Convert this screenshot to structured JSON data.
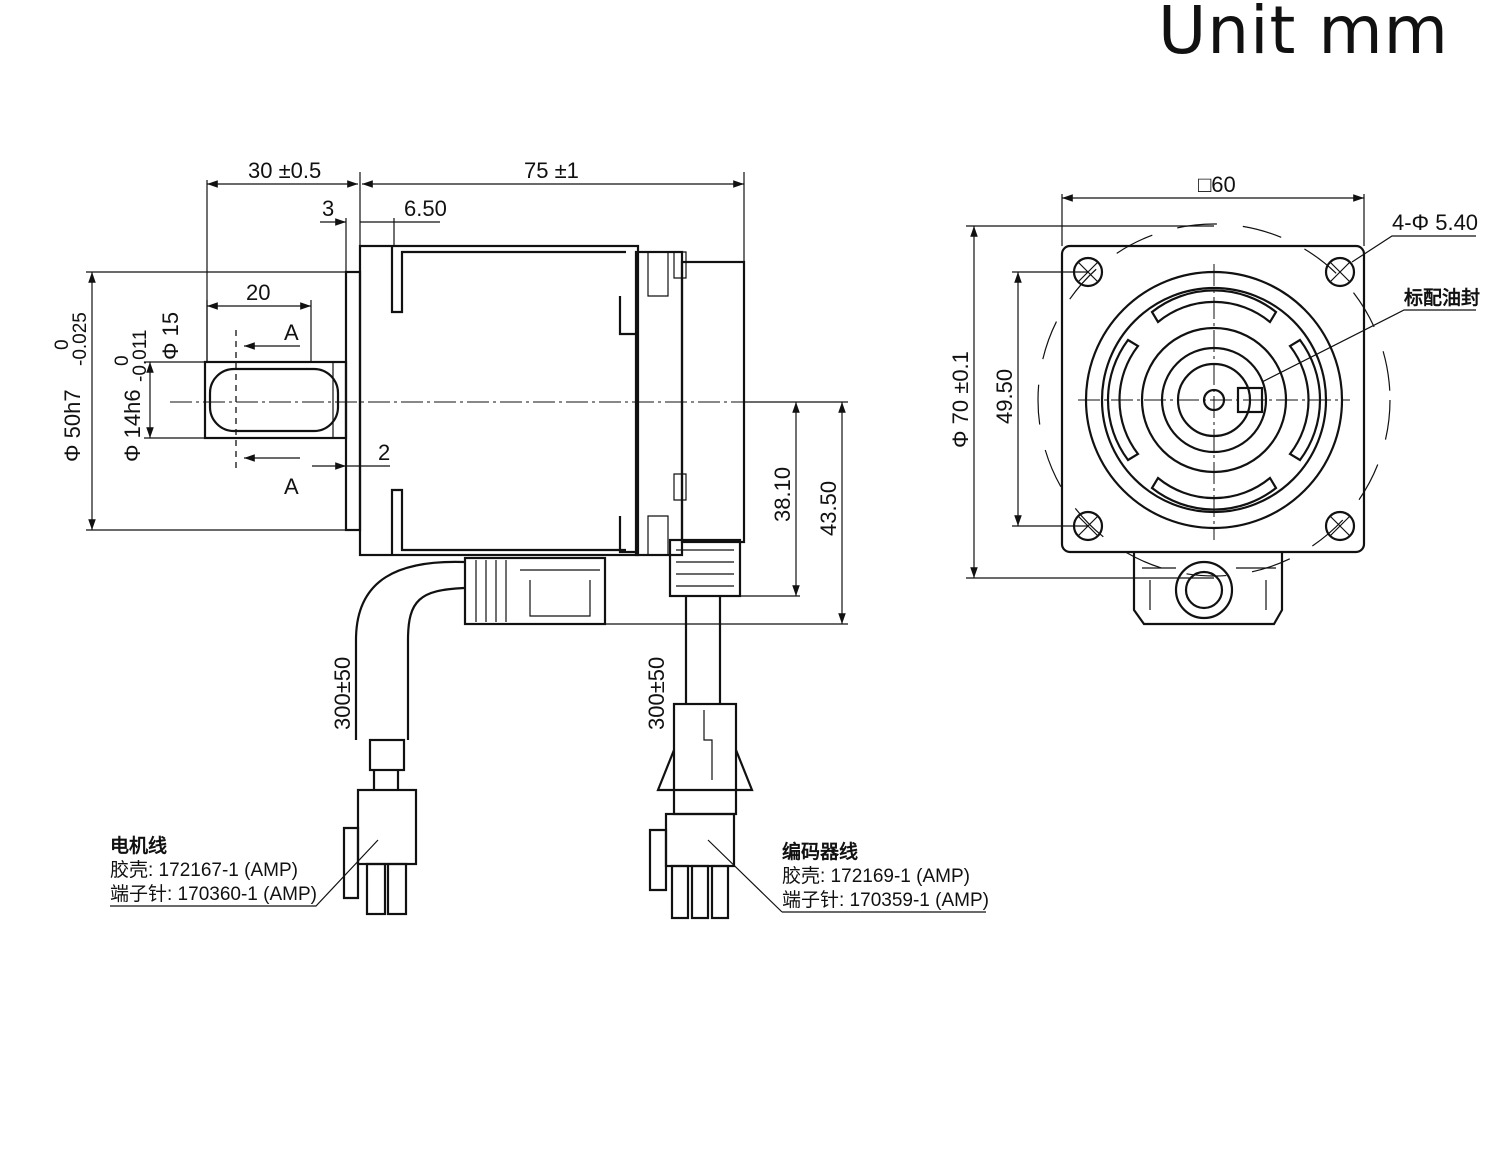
{
  "title": "Unit mm",
  "side_view": {
    "dims": {
      "shaft_length": "30 ±0.5",
      "body_length": "75 ±1",
      "flange_step": "3",
      "flange_thickness": "6.50",
      "key_length": "20",
      "key_width": "Φ 15",
      "section_mark_top": "A",
      "section_mark_bottom": "A",
      "key_offset": "2",
      "spigot_diameter": "Φ 50h7",
      "spigot_tolerance_upper": "0",
      "spigot_tolerance_lower": "-0.025",
      "shaft_diameter": "Φ 14h6",
      "shaft_tolerance_upper": "0",
      "shaft_tolerance_lower": "-0.011",
      "height_to_connector": "38.10",
      "height_total": "43.50",
      "motor_cable_length": "300±50",
      "encoder_cable_length": "300±50"
    },
    "motor_cable": {
      "title": "电机线",
      "housing": "胶壳: 172167-1 (AMP)",
      "pin": "端子针: 170360-1 (AMP)"
    },
    "encoder_cable": {
      "title": "编码器线",
      "housing": "胶壳: 172169-1 (AMP)",
      "pin": "端子针: 170359-1 (AMP)"
    }
  },
  "front_view": {
    "dims": {
      "flange_square": "□60",
      "mounting_holes": "4-Φ 5.40",
      "oil_seal": "标配油封",
      "pcd": "Φ 70 ±0.1",
      "hole_spacing": "49.50"
    }
  }
}
